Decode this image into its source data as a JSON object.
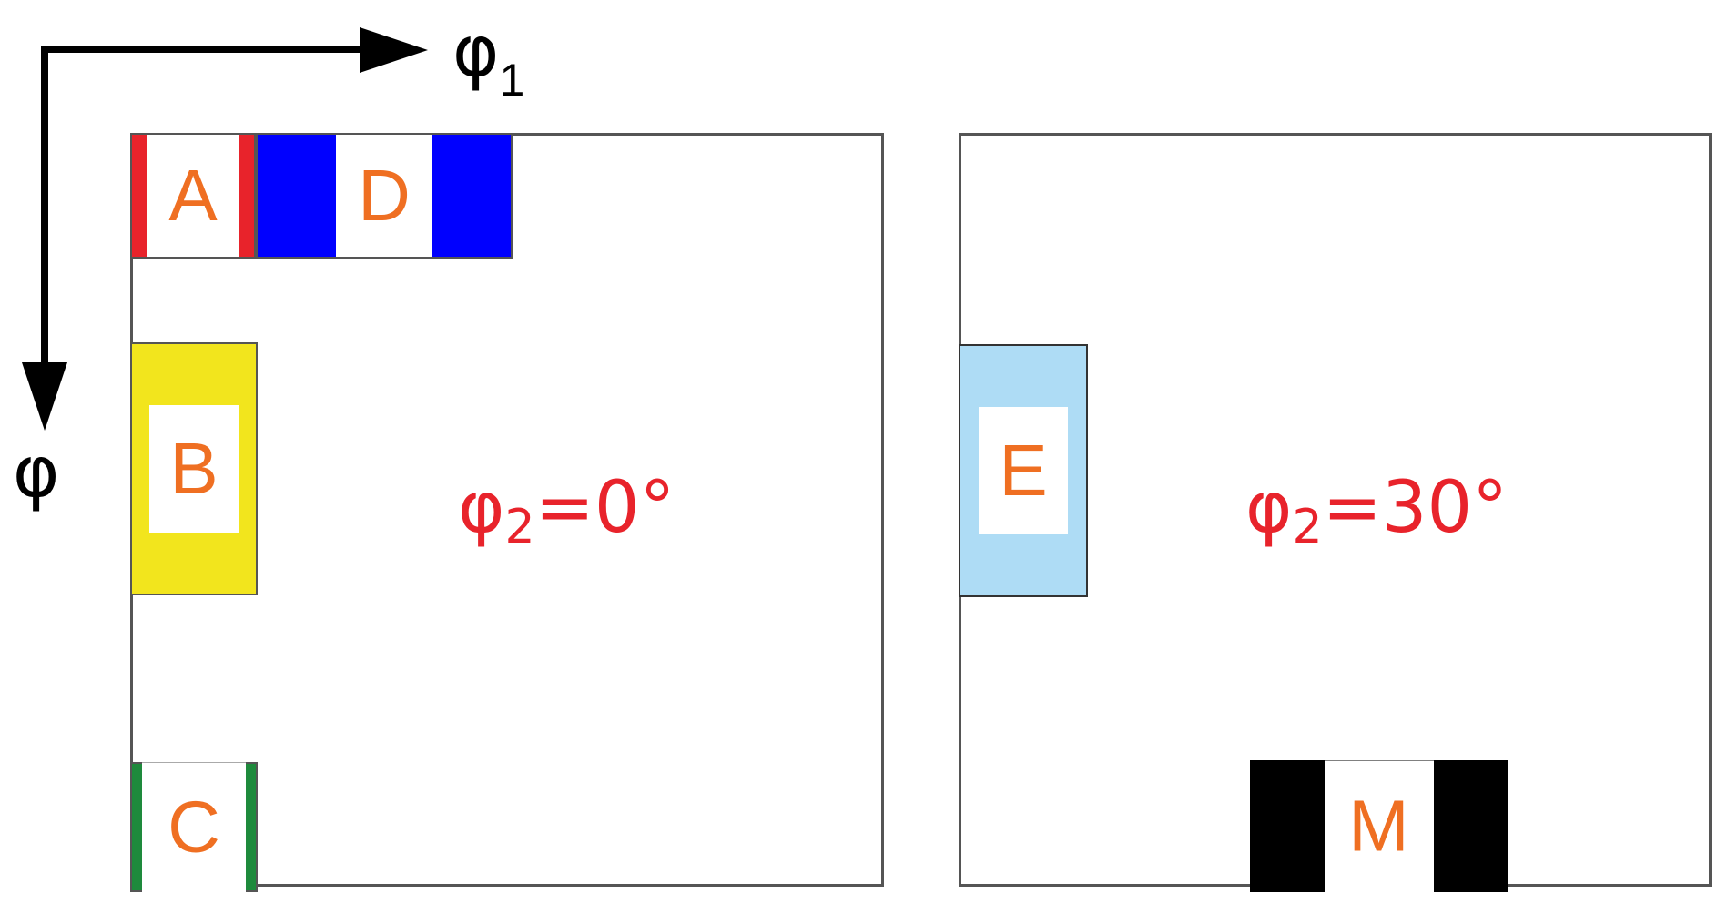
{
  "axes": {
    "horizontal_label": "φ",
    "horizontal_subscript": "1",
    "vertical_label": "φ"
  },
  "panels": [
    {
      "symbol": "φ",
      "subscript": "2",
      "value_text": "=0°",
      "regions": [
        {
          "label": "A",
          "color": "#e8232b"
        },
        {
          "label": "D",
          "color": "#0000ff"
        },
        {
          "label": "B",
          "color": "#f2e51d"
        },
        {
          "label": "C",
          "color": "#1e8a3c"
        }
      ]
    },
    {
      "symbol": "φ",
      "subscript": "2",
      "value_text": "=30°",
      "regions": [
        {
          "label": "E",
          "color": "#aedcf5"
        },
        {
          "label": "M",
          "color": "#000000"
        }
      ]
    }
  ],
  "colors": {
    "region_label": "#ef6f22",
    "panel_caption": "#e8232b",
    "panel_border": "#555555",
    "axis": "#000000"
  }
}
